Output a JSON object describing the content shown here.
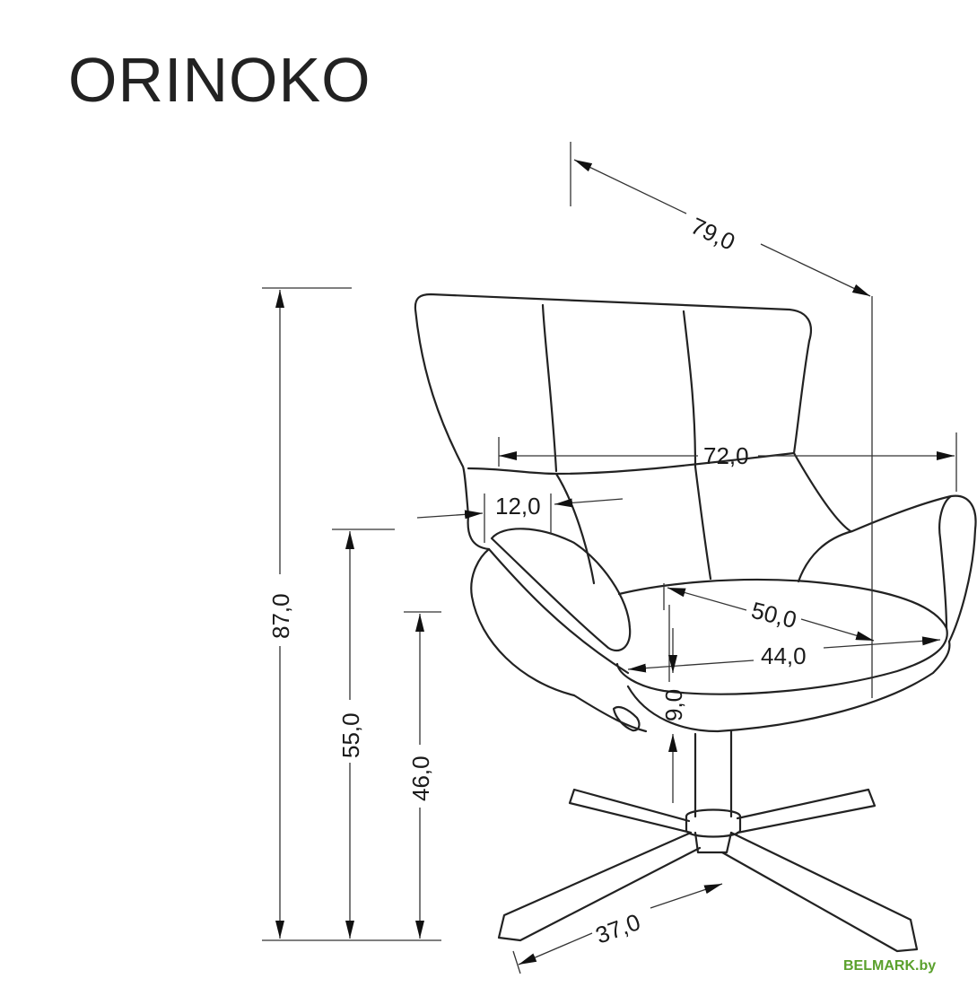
{
  "title": "ORINOKO",
  "brand": "BELMARK.by",
  "dimensions": {
    "depth_diag": "79,0",
    "width": "72,0",
    "armrest_width": "12,0",
    "seat_depth": "50,0",
    "seat_width": "44,0",
    "seat_thickness": "9,0",
    "total_height": "87,0",
    "armrest_height": "55,0",
    "seat_height": "46,0",
    "base_width": "37,0"
  },
  "colors": {
    "line": "#222222",
    "brand": "#5aa02c"
  }
}
